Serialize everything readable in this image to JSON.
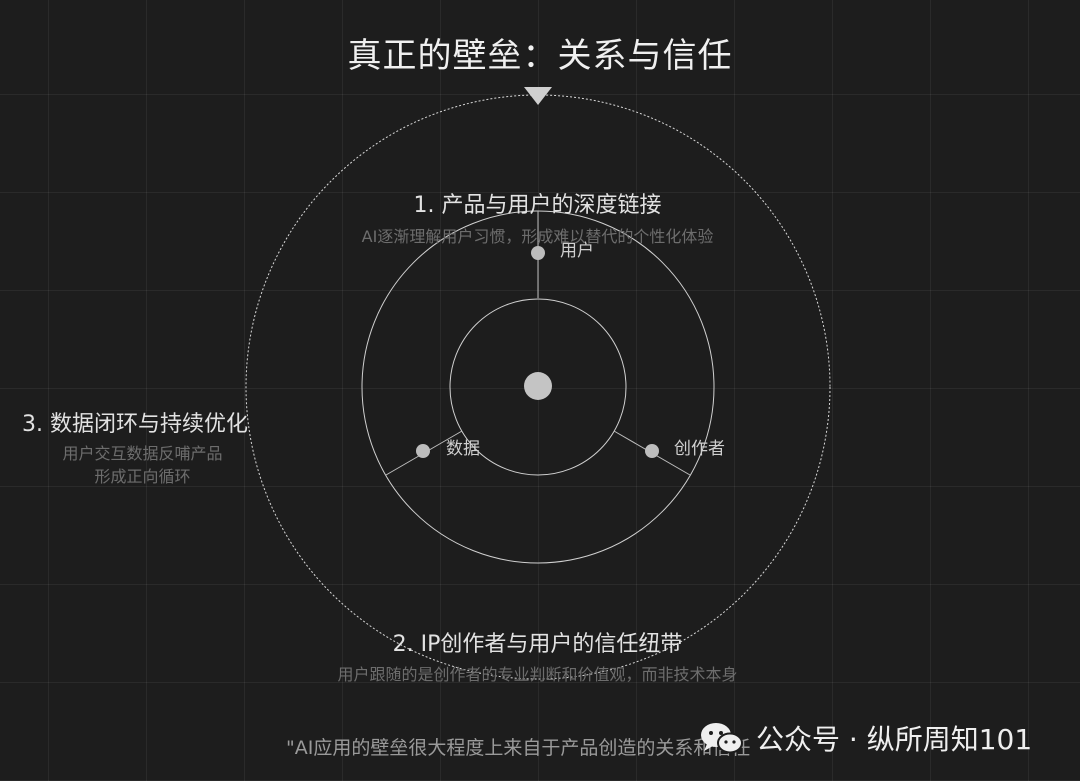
{
  "title": "真正的壁垒：关系与信任",
  "sections": [
    {
      "heading": "1. 产品与用户的深度链接",
      "sub": "AI逐渐理解用户习惯，形成难以替代的个性化体验"
    },
    {
      "heading": "2. IP创作者与用户的信任纽带",
      "sub": "用户跟随的是创作者的专业判断和价值观，而非技术本身"
    },
    {
      "heading": "3. 数据闭环与持续优化",
      "sub_lines": [
        "用户交互数据反哺产品",
        "形成正向循环"
      ]
    }
  ],
  "nodes": {
    "user": "用户",
    "creator": "创作者",
    "data": "数据"
  },
  "quote": "\"AI应用的壁垒很大程度上来自于产品创造的关系和信任",
  "watermark": {
    "text": "公众号 · 纵所周知101",
    "icon": "wechat-icon"
  },
  "colors": {
    "background": "#1d1d1d",
    "line": "#d8d8d8",
    "node": "#bdbdbd"
  }
}
